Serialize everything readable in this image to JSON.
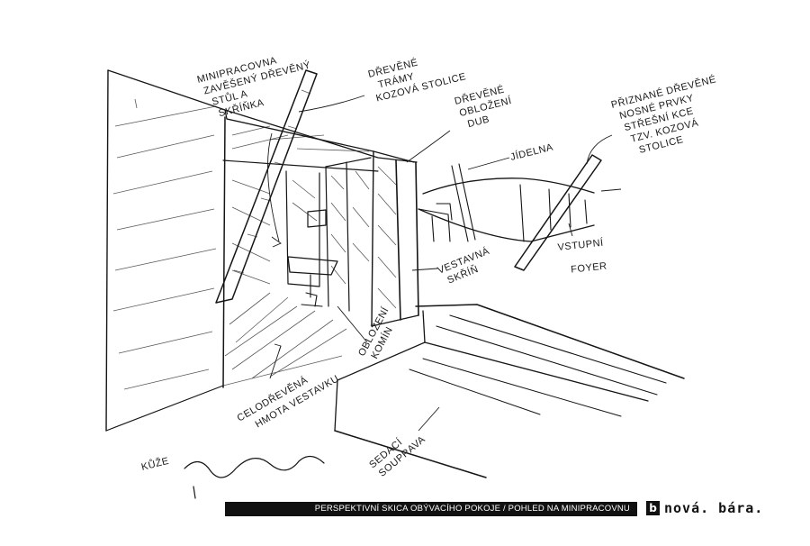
{
  "sketch": {
    "annotations": [
      {
        "id": "minipracovna",
        "lines": [
          "MINIPRACOVNA",
          "ZAVĚŠENÝ DŘEVĚNÝ",
          "STŮL A",
          "SKŘÍŇKA"
        ]
      },
      {
        "id": "drevene-tramy",
        "lines": [
          "DŘEVĚNÉ",
          "TRÁMY",
          "KOZOVÁ STOLICE"
        ]
      },
      {
        "id": "drevene-oblozeni",
        "lines": [
          "DŘEVĚNÉ",
          "OBLOŽENÍ",
          "DUB"
        ]
      },
      {
        "id": "jidelna",
        "lines": [
          "JÍDELNA"
        ]
      },
      {
        "id": "priznane-prvky",
        "lines": [
          "PŘIZNANÉ DŘEVĚNÉ",
          "NOSNÉ PRVKY",
          "STŘEŠNÍ KCE",
          "TZV. KOZOVÁ",
          "STOLICE"
        ]
      },
      {
        "id": "vstupni-foyer",
        "lines": [
          "VSTUPNÍ",
          "FOYER"
        ]
      },
      {
        "id": "vestavna-skrin",
        "lines": [
          "VESTAVNÁ",
          "SKŘÍŇ"
        ]
      },
      {
        "id": "oblozeni-komin",
        "lines": [
          "OBLOŽENÍ",
          "KOMÍN"
        ]
      },
      {
        "id": "celodrevena-hmota",
        "lines": [
          "CELODŘEVĚNÁ",
          "HMOTA VESTAVKU"
        ]
      },
      {
        "id": "kuze",
        "lines": [
          "KŮŽE"
        ]
      },
      {
        "id": "sedaci-souprava",
        "lines": [
          "SEDACÍ",
          "SOUPRAVA"
        ]
      }
    ]
  },
  "footer": {
    "caption": "PERSPEKTIVNÍ SKICA OBÝVACÍHO POKOJE / POHLED NA MINIPRACOVNU",
    "logo_mark": "b",
    "logo_text": "nová. bára."
  }
}
